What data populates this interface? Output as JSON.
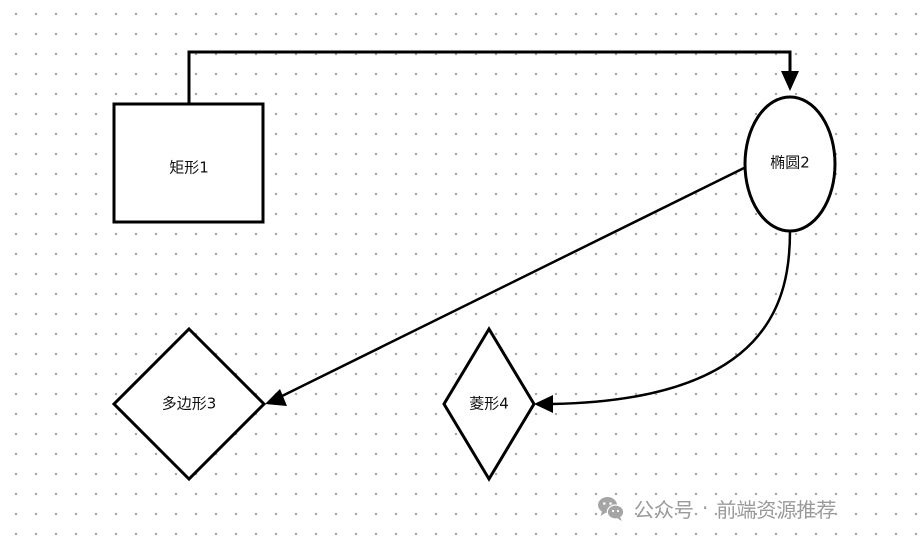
{
  "diagram": {
    "nodes": [
      {
        "id": "rect1",
        "shape": "rectangle",
        "label": "矩形1"
      },
      {
        "id": "ellipse2",
        "shape": "ellipse",
        "label": "椭圆2"
      },
      {
        "id": "polygon3",
        "shape": "diamond",
        "label": "多边形3"
      },
      {
        "id": "diamond4",
        "shape": "diamond",
        "label": "菱形4"
      }
    ],
    "edges": [
      {
        "from": "rect1",
        "to": "ellipse2",
        "style": "orthogonal"
      },
      {
        "from": "ellipse2",
        "to": "polygon3",
        "style": "straight"
      },
      {
        "from": "ellipse2",
        "to": "diamond4",
        "style": "curved"
      }
    ],
    "colors": {
      "stroke": "#000000",
      "fill": "#ffffff",
      "grid_dot": "#a8a8a8"
    }
  },
  "watermark": {
    "icon": "wechat-icon",
    "separator": "·",
    "text_left": "公众号",
    "text_right": "前端资源推荐"
  }
}
